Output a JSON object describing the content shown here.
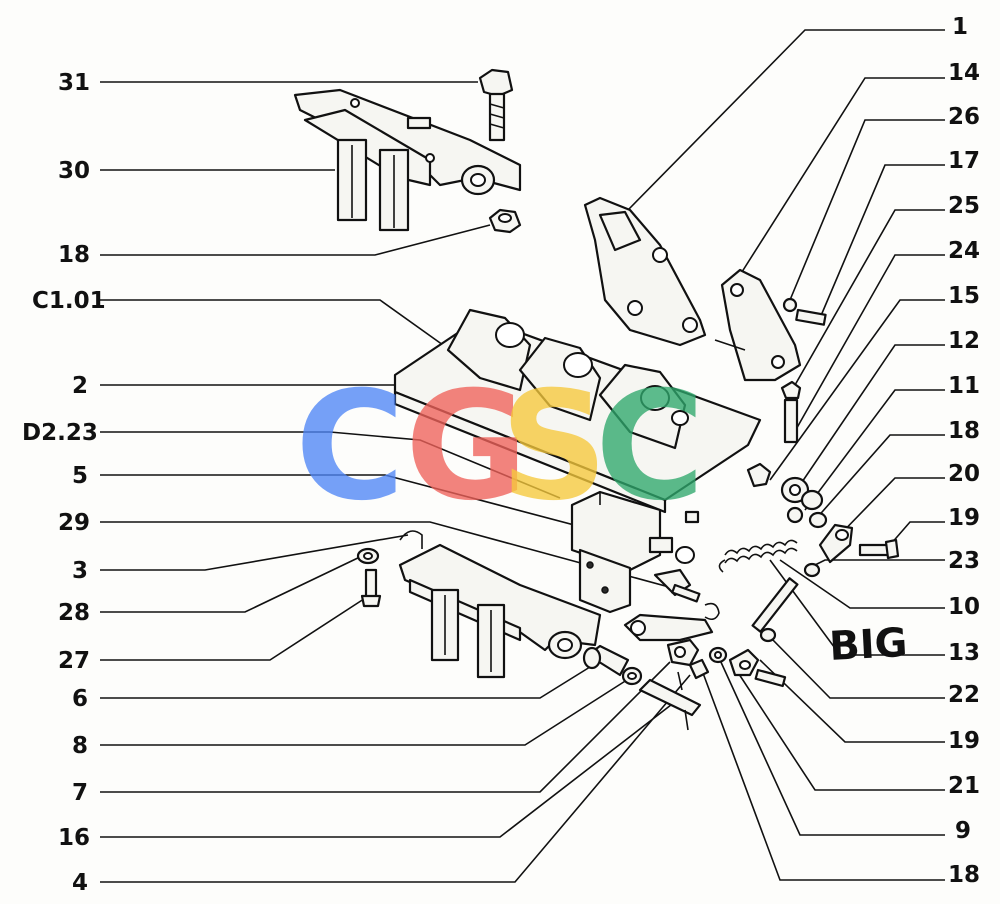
{
  "callouts_left": [
    "31",
    "30",
    "18",
    "C1.01",
    "2",
    "D2.23",
    "5",
    "29",
    "3",
    "28",
    "27",
    "6",
    "8",
    "7",
    "16",
    "4"
  ],
  "callouts_right": [
    "1",
    "14",
    "26",
    "17",
    "25",
    "24",
    "15",
    "12",
    "11",
    "18",
    "20",
    "19",
    "23",
    "10",
    "13",
    "22",
    "19",
    "21",
    "9",
    "18"
  ],
  "watermark": {
    "letters": [
      "C",
      "G",
      "S",
      "C"
    ],
    "colors": [
      "#4f86f7",
      "#f0625a",
      "#f6c93c",
      "#2fa86c"
    ]
  },
  "handwritten_note": "BIG",
  "colors": {
    "ink": "#111111",
    "paper": "#fdfdfb"
  }
}
